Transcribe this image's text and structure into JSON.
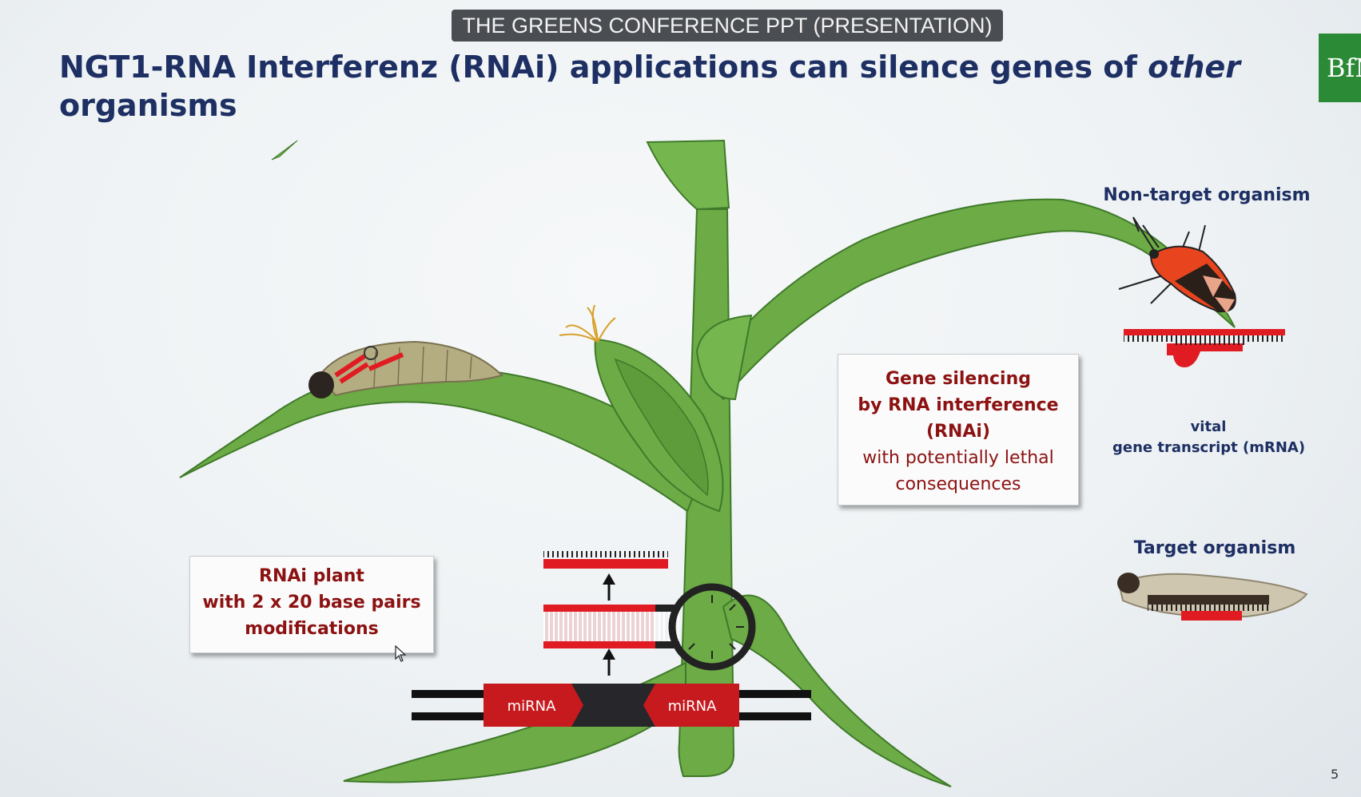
{
  "banner": {
    "text": "THE GREENS CONFERENCE PPT (PRESENTATION)"
  },
  "slide": {
    "title_part1": "NGT1-RNA Interferenz (RNAi) applications can silence genes of ",
    "title_emphasis": "other",
    "title_part2": "organisms",
    "logo_text": "BfN",
    "page_number": "5"
  },
  "boxes": {
    "rnai_plant": {
      "line1": "RNAi plant",
      "line2": "with 2 x 20 base pairs",
      "line3": "modifications"
    },
    "gene_silencing": {
      "line1": "Gene silencing",
      "line2": "by RNA interference",
      "line3": "(RNAi)",
      "line4": "with potentially lethal",
      "line5": "consequences"
    }
  },
  "labels": {
    "non_target": "Non-target organism",
    "target": "Target organism",
    "vital_line1": "vital",
    "vital_line2": "gene transcript (mRNA)"
  },
  "dna": {
    "left_label": "miRNA",
    "right_label": "miRNA"
  },
  "colors": {
    "title": "#1d2f63",
    "box_text": "#8c1212",
    "plant_green": "#6cab45",
    "rna_red": "#e01b22",
    "logo_green": "#2a8a35"
  }
}
